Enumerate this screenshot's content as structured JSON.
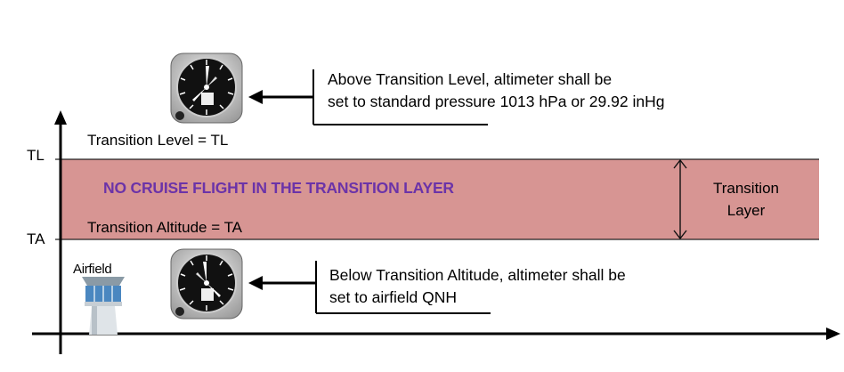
{
  "axis": {
    "tl_label": "TL",
    "ta_label": "TA"
  },
  "levels": {
    "transition_level": "Transition Level = TL",
    "transition_altitude": "Transition Altitude = TA"
  },
  "layer": {
    "warning": "NO CRUISE FLIGHT IN THE TRANSITION LAYER",
    "label_line1": "Transition",
    "label_line2": "Layer"
  },
  "notes": {
    "above_line1": "Above Transition Level, altimeter shall be",
    "above_line2": "set to standard pressure 1013 hPa or 29.92 inHg",
    "below_line1": "Below Transition Altitude, altimeter shall be",
    "below_line2": "set to airfield QNH"
  },
  "airfield": {
    "label": "Airfield"
  },
  "colors": {
    "layer_fill": "#d79593",
    "warning_text": "#6b33a8"
  },
  "icons": [
    "altimeter-icon",
    "control-tower-icon"
  ]
}
